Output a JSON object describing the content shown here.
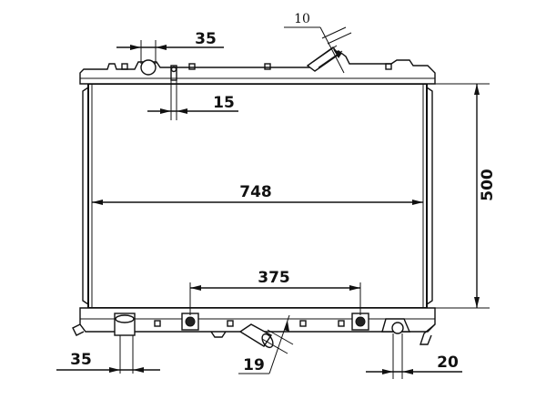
{
  "diagram": {
    "dimensions": {
      "width": {
        "value": "748"
      },
      "height": {
        "value": "500"
      },
      "bracket_spacing": {
        "value": "375"
      },
      "top_inlet_diameter": {
        "value": "35"
      },
      "top_cap_offset": {
        "value": "15"
      },
      "top_hose_angle": {
        "value": "10"
      },
      "bottom_outlet_diameter": {
        "value": "35"
      },
      "bottom_hose_angle": {
        "value": "19"
      },
      "bottom_pin_diameter": {
        "value": "20"
      }
    },
    "colors": {
      "line": "#111111",
      "background": "#ffffff"
    }
  }
}
